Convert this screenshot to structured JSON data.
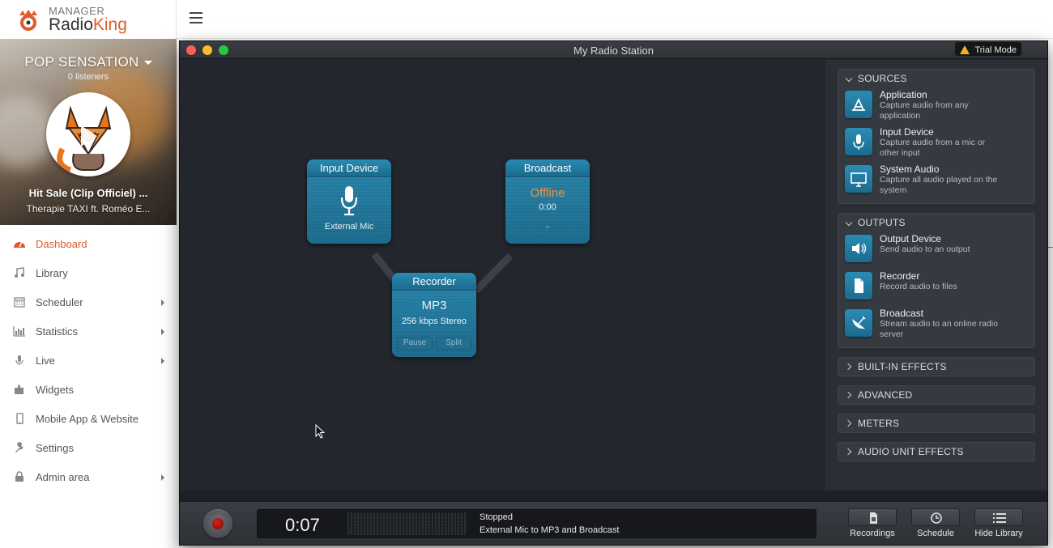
{
  "brand": {
    "small": "MANAGER",
    "radio": "Radio",
    "king": "King"
  },
  "station": {
    "name": "POP SENSATION",
    "listeners": "0 listeners",
    "track_title": "Hit Sale (Clip Officiel) ...",
    "track_artist": "Therapie TAXI ft. Roméo E..."
  },
  "nav": [
    {
      "label": "Dashboard",
      "icon": "dashboard-icon",
      "active": true
    },
    {
      "label": "Library",
      "icon": "music-note-icon"
    },
    {
      "label": "Scheduler",
      "icon": "calendar-icon",
      "submenu": true
    },
    {
      "label": "Statistics",
      "icon": "bar-chart-icon",
      "submenu": true
    },
    {
      "label": "Live",
      "icon": "microphone-icon",
      "submenu": true
    },
    {
      "label": "Widgets",
      "icon": "puzzle-icon"
    },
    {
      "label": "Mobile App & Website",
      "icon": "mobile-icon"
    },
    {
      "label": "Settings",
      "icon": "wrench-icon"
    },
    {
      "label": "Admin area",
      "icon": "lock-icon",
      "submenu": true
    }
  ],
  "window": {
    "title": "My Radio Station",
    "trial_label": "Trial Mode"
  },
  "blocks": {
    "input": {
      "title": "Input Device",
      "subtitle": "External Mic"
    },
    "broadcast": {
      "title": "Broadcast",
      "status": "Offline",
      "time": "0:00",
      "detail": "-"
    },
    "recorder": {
      "title": "Recorder",
      "format": "MP3",
      "quality": "256 kbps Stereo",
      "pause": "Pause",
      "split": "Split"
    }
  },
  "library": {
    "sources": {
      "header": "SOURCES",
      "items": [
        {
          "name": "Application",
          "desc": "Capture audio from any application",
          "icon": "app-store-icon"
        },
        {
          "name": "Input Device",
          "desc": "Capture audio from a mic or other input",
          "icon": "microphone-icon"
        },
        {
          "name": "System Audio",
          "desc": "Capture all audio played on the system",
          "icon": "monitor-icon"
        }
      ]
    },
    "outputs": {
      "header": "OUTPUTS",
      "items": [
        {
          "name": "Output Device",
          "desc": "Send audio to an output",
          "icon": "speaker-icon"
        },
        {
          "name": "Recorder",
          "desc": "Record audio to files",
          "icon": "document-icon"
        },
        {
          "name": "Broadcast",
          "desc": "Stream audio to an online radio server",
          "icon": "satellite-dish-icon"
        }
      ]
    },
    "collapsed": [
      "BUILT-IN EFFECTS",
      "ADVANCED",
      "METERS",
      "AUDIO UNIT EFFECTS"
    ]
  },
  "bottom": {
    "time": "0:07",
    "status": "Stopped",
    "description": "External Mic to MP3 and Broadcast",
    "buttons": [
      "Recordings",
      "Schedule",
      "Hide Library"
    ]
  },
  "colors": {
    "accent": "#e05a2b",
    "block_blue": "#1f77a0",
    "offline_orange": "#f7913a",
    "window_bg": "#23272d"
  }
}
